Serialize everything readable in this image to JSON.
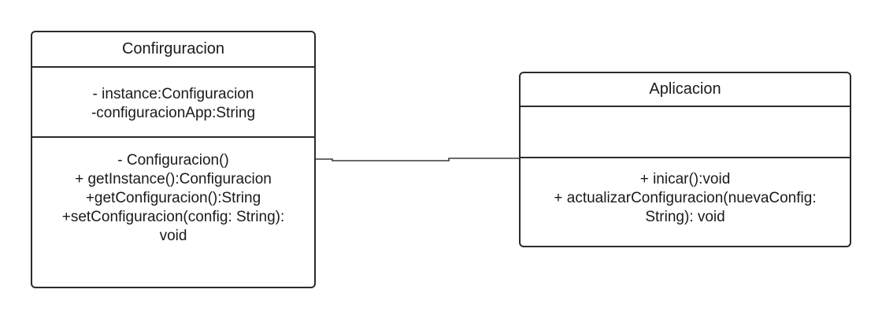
{
  "classes": [
    {
      "name": "Confirguracion",
      "attributes": [
        "- instance:Configuracion",
        "-configuracionApp:String"
      ],
      "methods": [
        "- Configuracion()",
        "+ getInstance():Configuracion",
        "+getConfiguracion():String",
        "+setConfiguracion(config: String):",
        "void"
      ]
    },
    {
      "name": "Aplicacion",
      "attributes": [],
      "methods": [
        "+ inicar():void",
        "+ actualizarConfiguracion(nuevaConfig:",
        "String): void"
      ]
    }
  ],
  "relationships": [
    {
      "from": "Aplicacion",
      "to": "Confirguracion",
      "type": "association"
    }
  ]
}
